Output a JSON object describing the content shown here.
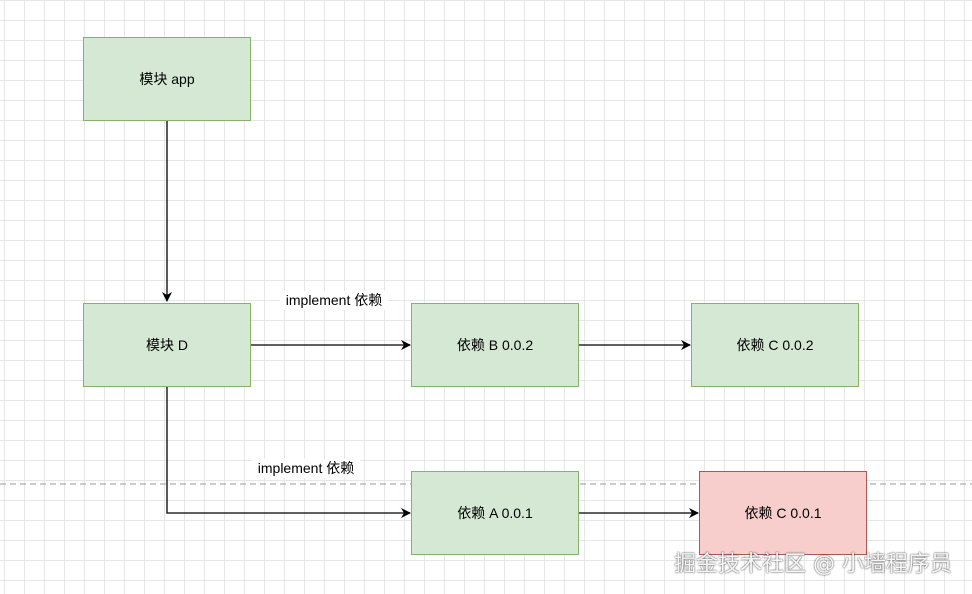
{
  "nodes": {
    "app": "模块 app",
    "d": "模块 D",
    "b": "依赖 B 0.0.2",
    "c2": "依赖 C 0.0.2",
    "a": "依赖 A 0.0.1",
    "c1": "依赖 C 0.0.1"
  },
  "edge_labels": {
    "d_to_b": "implement 依赖",
    "d_to_a": "implement 依赖"
  },
  "watermark": "掘金技术社区 @ 小墙程序员",
  "colors": {
    "normal_fill": "#d5e8d4",
    "normal_stroke": "#82b366",
    "conflict_fill": "#f8cecc",
    "conflict_stroke": "#b85450"
  }
}
